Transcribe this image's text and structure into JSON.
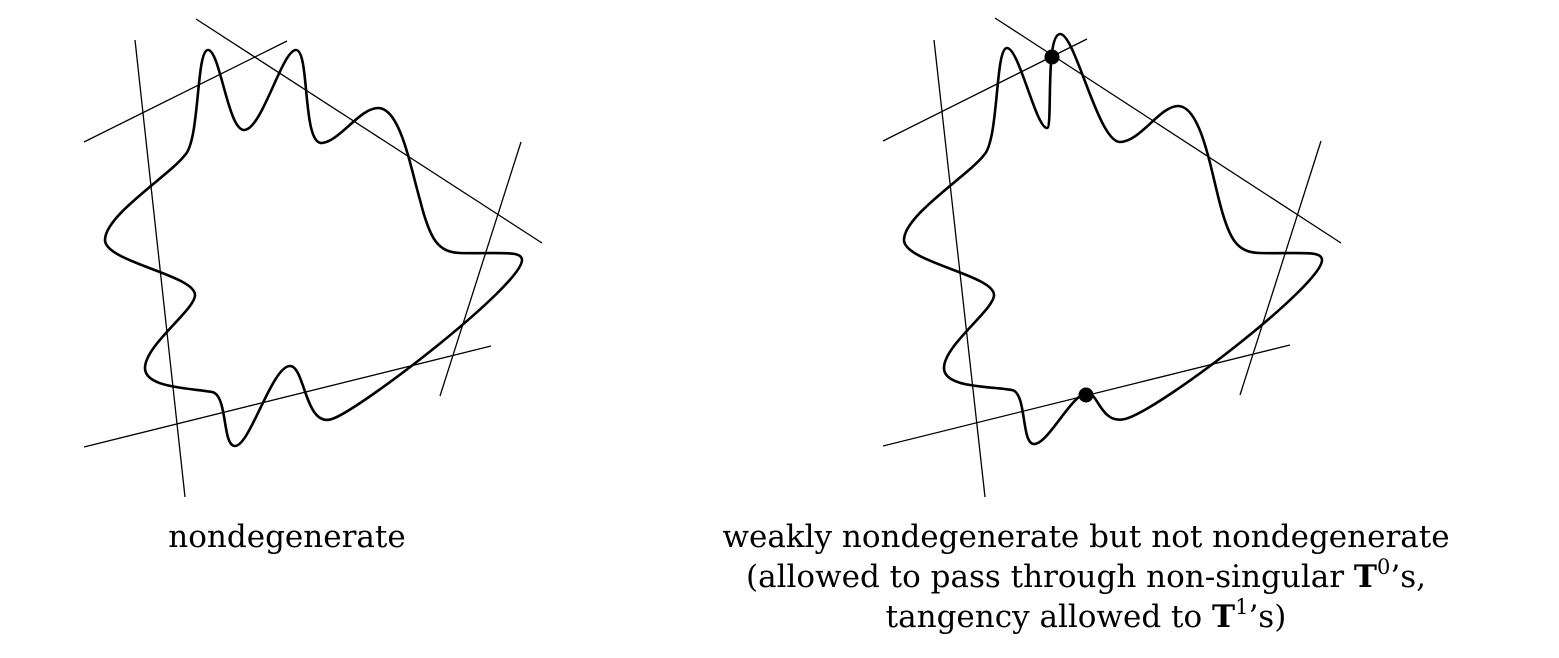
{
  "left_panel": {
    "caption": "nondegenerate"
  },
  "right_panel": {
    "caption_line1": "weakly nondegenerate but not nondegenerate",
    "caption_line2_prefix": "(allowed to pass through non-singular ",
    "caption_line2_symbol": "T",
    "caption_line2_sup": "0",
    "caption_line2_suffix": "’s,",
    "caption_line3_prefix": "tangency allowed to ",
    "caption_line3_symbol": "T",
    "caption_line3_sup": "1",
    "caption_line3_suffix": "’s)"
  },
  "colors": {
    "curve": "#000000",
    "line": "#000000",
    "dot": "#000000",
    "background": "#ffffff"
  }
}
